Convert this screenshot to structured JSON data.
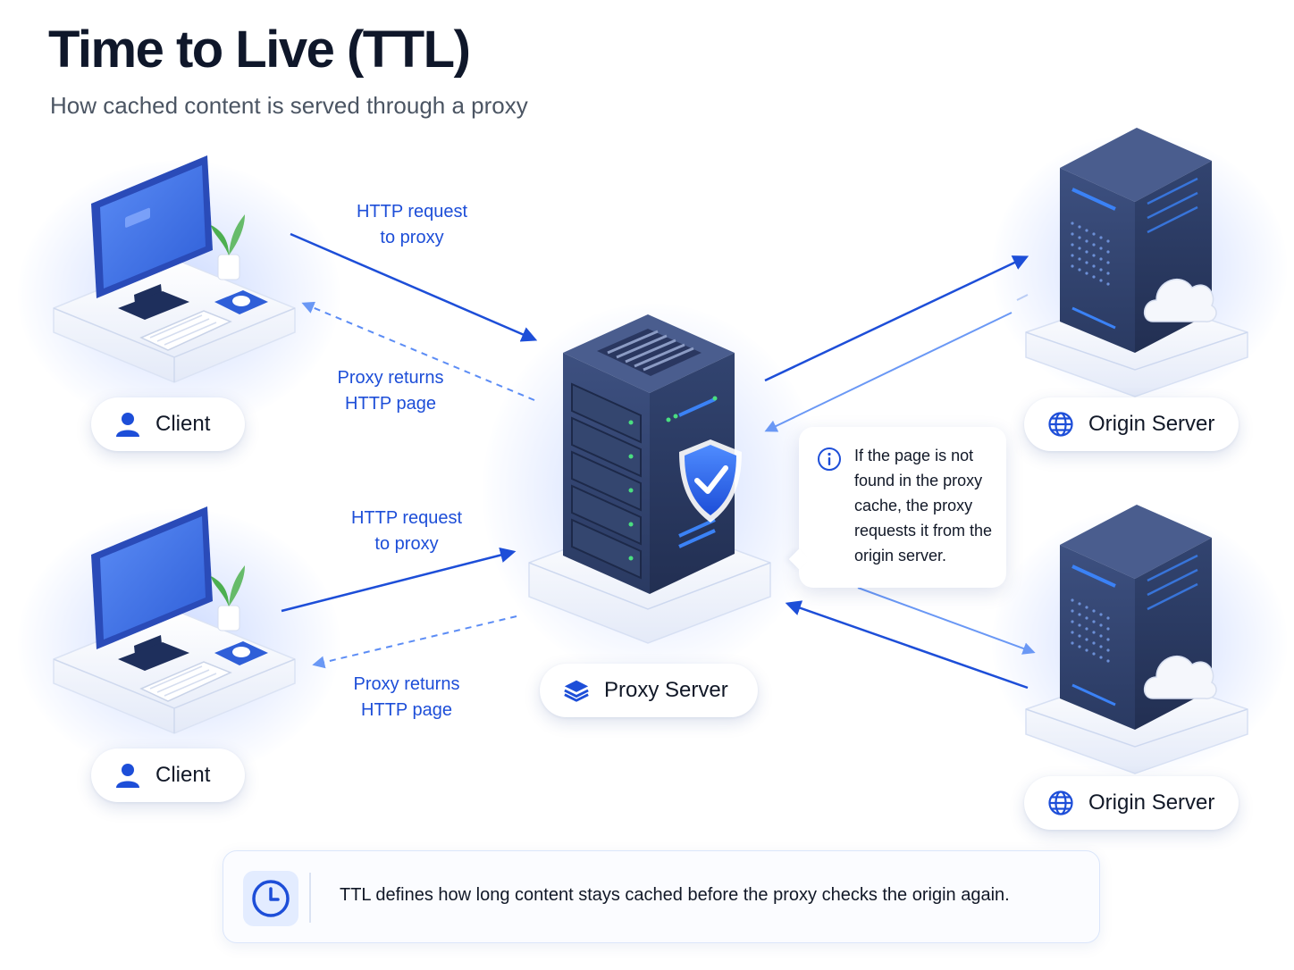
{
  "header": {
    "title": "Time to Live (TTL)",
    "subtitle": "How cached content is served through a proxy"
  },
  "nodes": {
    "client_top": "Client",
    "client_bottom": "Client",
    "proxy": "Proxy Server",
    "origin_top": "Origin Server",
    "origin_bottom": "Origin Server"
  },
  "edges": {
    "top_request": [
      "HTTP request",
      "to proxy"
    ],
    "top_response": [
      "Proxy returns",
      "HTTP page"
    ],
    "bottom_request": [
      "HTTP request",
      "to proxy"
    ],
    "bottom_response": [
      "Proxy returns",
      "HTTP page"
    ]
  },
  "callout": "If the page is not found in the proxy cache, the proxy requests it from the origin server.",
  "note": "TTL defines how long content stays cached before the proxy checks the origin again.",
  "icons": {
    "client": "user-icon",
    "proxy": "layers-icon",
    "origin": "globe-icon",
    "callout": "info-icon",
    "note": "clock-icon"
  },
  "colors": {
    "accent": "#1d4ed8",
    "accent_light": "#5b8cf5",
    "server_body": "#33456e",
    "title": "#0f172a"
  }
}
